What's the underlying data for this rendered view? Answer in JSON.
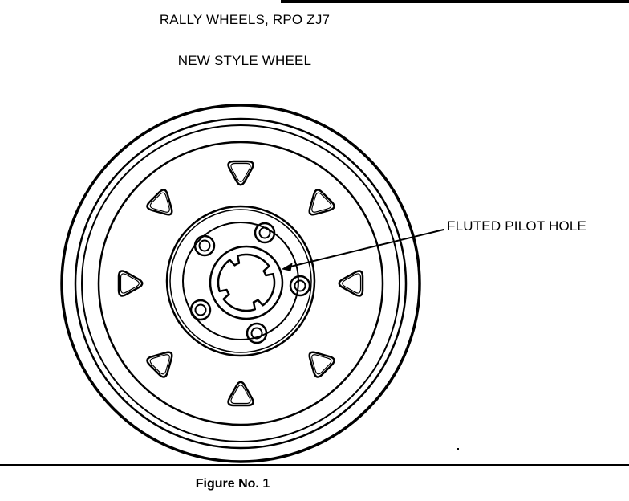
{
  "header": {
    "title": "RALLY WHEELS, RPO ZJ7",
    "subtitle": "NEW STYLE WHEEL"
  },
  "diagram": {
    "callout_label": "FLUTED PILOT HOLE",
    "caption": "Figure No. 1",
    "window_count": 8,
    "lug_count": 5,
    "line_color": "#000000",
    "background_color": "#ffffff"
  }
}
